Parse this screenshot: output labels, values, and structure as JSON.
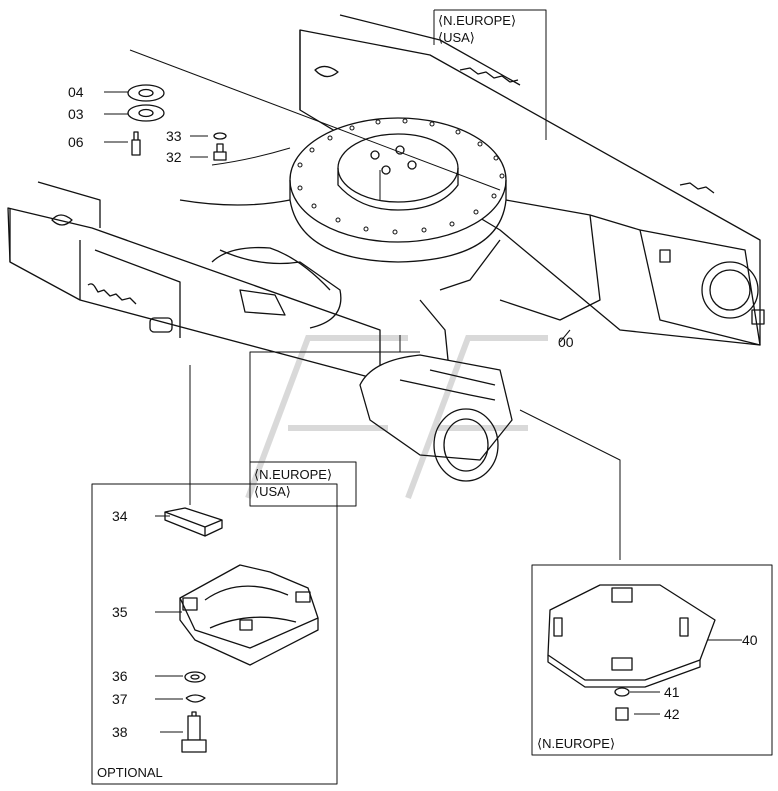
{
  "diagram": {
    "parts": [
      {
        "key": "p04",
        "label": "04"
      },
      {
        "key": "p03",
        "label": "03"
      },
      {
        "key": "p06",
        "label": "06"
      },
      {
        "key": "p33",
        "label": "33"
      },
      {
        "key": "p32",
        "label": "32"
      },
      {
        "key": "p00",
        "label": "00"
      },
      {
        "key": "p34",
        "label": "34"
      },
      {
        "key": "p35",
        "label": "35"
      },
      {
        "key": "p36",
        "label": "36"
      },
      {
        "key": "p37",
        "label": "37"
      },
      {
        "key": "p38",
        "label": "38"
      },
      {
        "key": "p40",
        "label": "40"
      },
      {
        "key": "p41",
        "label": "41"
      },
      {
        "key": "p42",
        "label": "42"
      }
    ],
    "notes": {
      "top_right": "⟨N.EUROPE⟩\n⟨USA⟩",
      "middle": "⟨N.EUROPE⟩\n⟨USA⟩",
      "bottom_right": "⟨N.EUROPE⟩",
      "optional": "OPTIONAL"
    }
  }
}
